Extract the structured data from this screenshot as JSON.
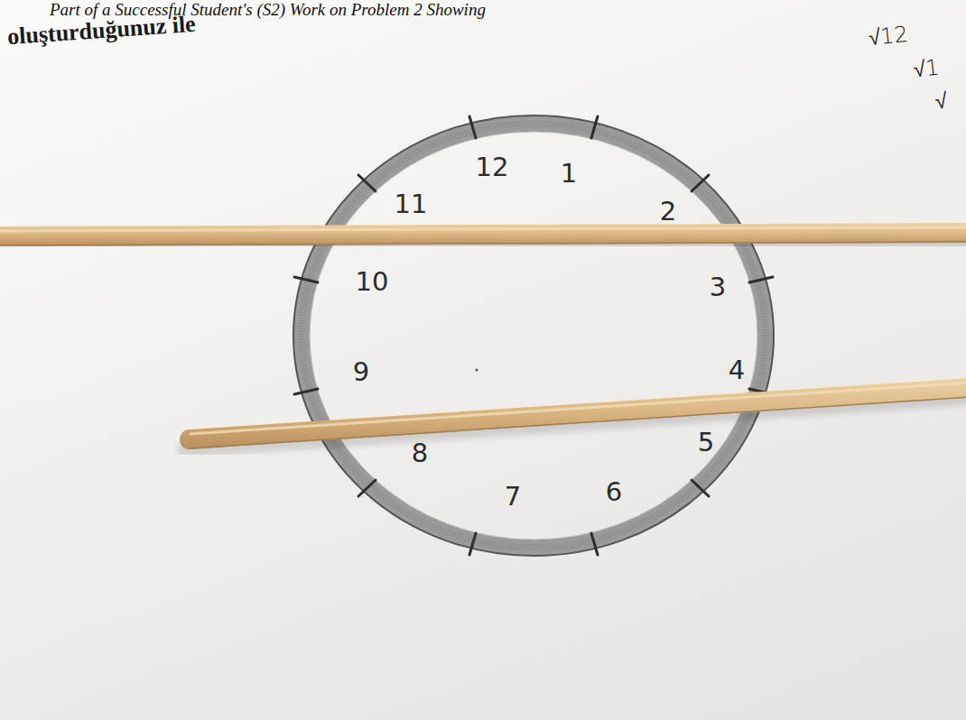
{
  "diagram": {
    "caption": "Part of a Successful Student's (S2) Work on Problem 2 Showing",
    "labels": [
      "oluşturduğunuz ile",
      "√12",
      "√1",
      "√",
      "12",
      "1",
      "2",
      "3",
      "4",
      "5",
      "6",
      "7",
      "8",
      "9",
      "10",
      "11"
    ]
  }
}
